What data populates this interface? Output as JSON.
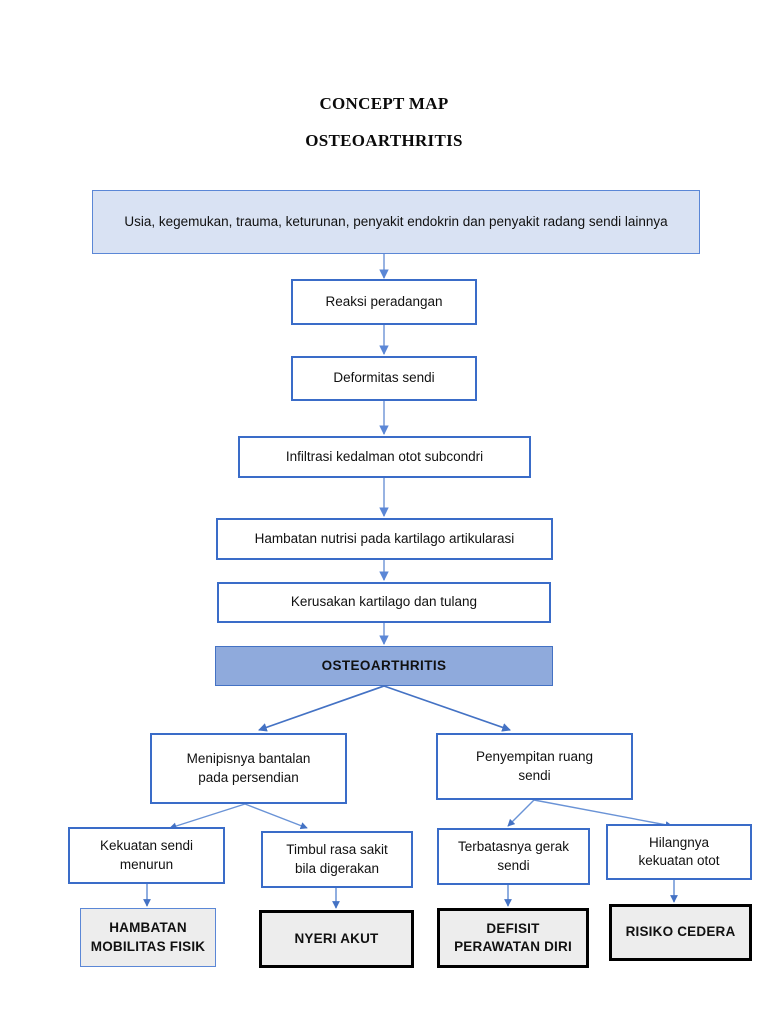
{
  "document": {
    "title_line_1": "CONCEPT MAP",
    "title_line_2": "OSTEOARTHRITIS"
  },
  "colors": {
    "process_border": "#3A6CC8",
    "risk_box_fill": "#D9E2F3",
    "central_fill": "#8FAADC",
    "diagnosis_fill": "#EDEDED",
    "diagnosis_border": "#000000",
    "arrow": "#4472C4"
  },
  "nodes": {
    "risk_factors": "Usia, kegemukan, trauma, keturunan, penyakit endokrin dan penyakit radang sendi lainnya",
    "reaksi_peradangan": "Reaksi peradangan",
    "deformitas_sendi": "Deformitas sendi",
    "infiltrasi": "Infiltrasi kedalman otot subcondri",
    "hambatan_nutrisi": "Hambatan nutrisi pada kartilago artikularasi",
    "kerusakan_kartilago": "Kerusakan kartilago dan tulang",
    "osteoarthritis": "OSTEOARTHRITIS",
    "menipisnya_bantalan": "Menipisnya bantalan\npada persendian",
    "penyempitan_ruang": "Penyempitan ruang\nsendi",
    "kekuatan_sendi": "Kekuatan sendi\nmenurun",
    "timbul_rasa_sakit": "Timbul rasa sakit\nbila digerakan",
    "terbatasnya_gerak": "Terbatasnya gerak\nsendi",
    "hilangnya_kekuatan": "Hilangnya\nkekuatan otot",
    "hambatan_mobilitas": "HAMBATAN\nMOBILITAS FISIK",
    "nyeri_akut": "NYERI AKUT",
    "defisit_perawatan": "DEFISIT\nPERAWATAN DIRI",
    "risiko_cedera": "RISIKO CEDERA"
  }
}
